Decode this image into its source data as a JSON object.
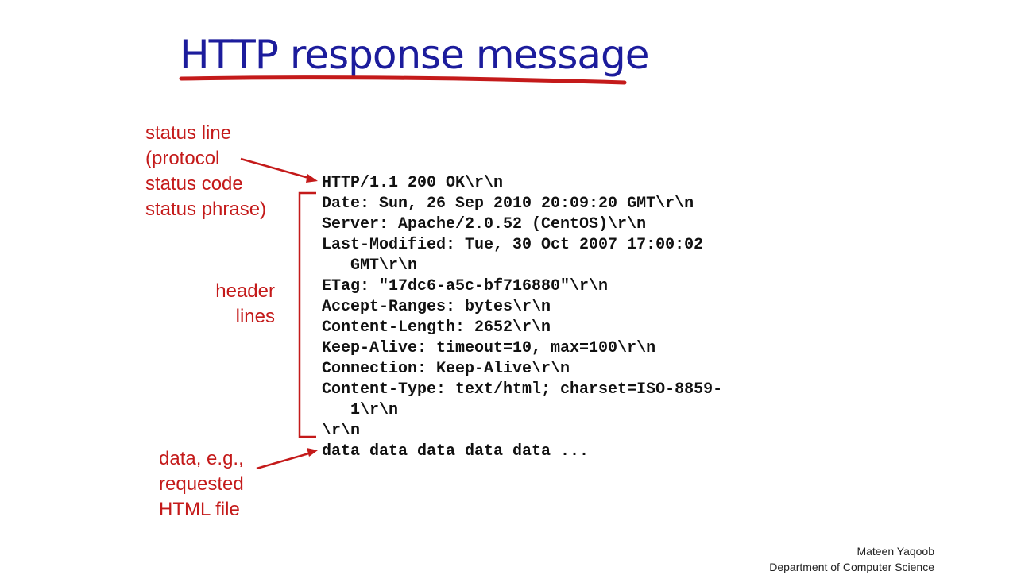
{
  "title": "HTTP response message",
  "annotations": {
    "status": [
      "status line",
      "(protocol",
      "status code",
      "status phrase)"
    ],
    "header": [
      "header",
      "lines"
    ],
    "data": [
      "data, e.g.,",
      "requested",
      "HTML file"
    ]
  },
  "response_lines": [
    "HTTP/1.1 200 OK\\r\\n",
    "Date: Sun, 26 Sep 2010 20:09:20 GMT\\r\\n",
    "Server: Apache/2.0.52 (CentOS)\\r\\n",
    "Last-Modified: Tue, 30 Oct 2007 17:00:02",
    "GMT\\r\\n",
    "ETag: \"17dc6-a5c-bf716880\"\\r\\n",
    "Accept-Ranges: bytes\\r\\n",
    "Content-Length: 2652\\r\\n",
    "Keep-Alive: timeout=10, max=100\\r\\n",
    "Connection: Keep-Alive\\r\\n",
    "Content-Type: text/html; charset=ISO-8859-",
    "1\\r\\n",
    "\\r\\n",
    "data data data data data ..."
  ],
  "footer": {
    "author": "Mateen Yaqoob",
    "department": "Department of Computer Science"
  },
  "colors": {
    "title": "#1c1c9c",
    "annotation": "#c41a1a",
    "underline": "#c41a1a"
  }
}
